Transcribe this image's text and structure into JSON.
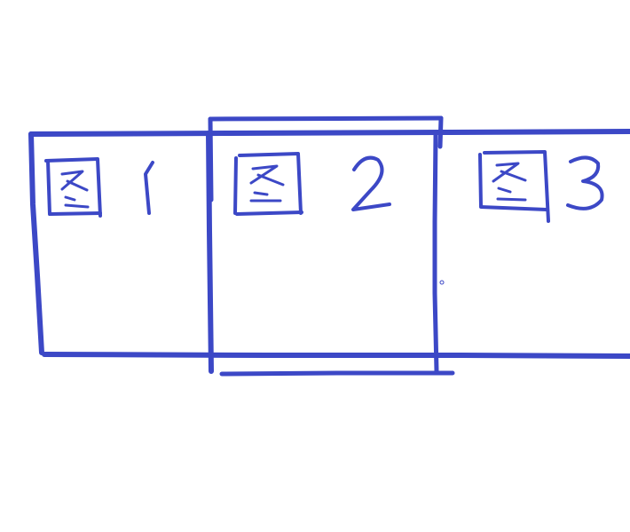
{
  "colors": {
    "background": "#ffffff",
    "ink": "#3c48c6"
  },
  "panels": [
    {
      "label": "图 1",
      "char": "图",
      "number": "1",
      "state": "normal"
    },
    {
      "label": "图 2",
      "char": "图",
      "number": "2",
      "state": "highlighted"
    },
    {
      "label": "图 3",
      "char": "图",
      "number": "3",
      "state": "partially-visible"
    }
  ]
}
